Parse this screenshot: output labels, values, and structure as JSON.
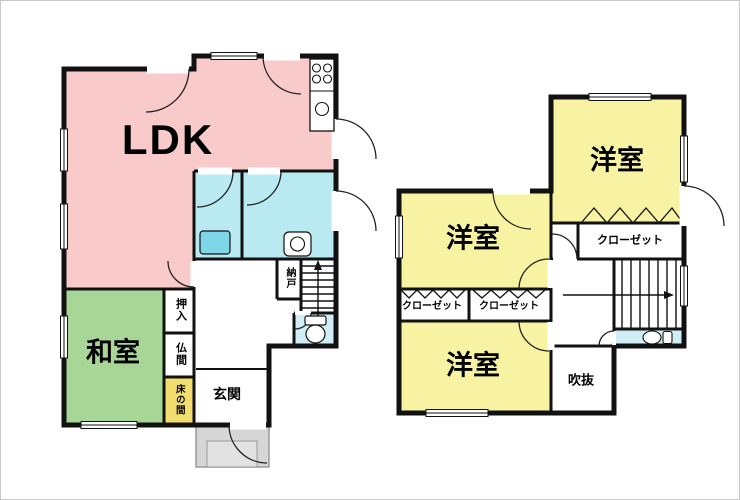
{
  "colors": {
    "wall": "#111111",
    "ldk": "#f8caca",
    "washitsu": "#a8d696",
    "yoshitsu": "#f7f3a3",
    "bath": "#b9eaf2",
    "tub": "#7fd6e8",
    "toilet_floor": "#cfeef5",
    "tokonoma": "#f1de6e",
    "porch": "#d6d6d6"
  },
  "floor1": {
    "labels": {
      "ldk": "LDK",
      "washitsu": "和室",
      "oshiire": "押入",
      "butsuma": "仏間",
      "tokonoma": "床の間",
      "nando": "納戸",
      "genkan": "玄関"
    }
  },
  "floor2": {
    "labels": {
      "yoshitsu_ne": "洋室",
      "yoshitsu_w": "洋室",
      "yoshitsu_sw": "洋室",
      "closet_ne": "クローゼット",
      "closet_w1": "クローゼット",
      "closet_w2": "クローゼット",
      "fukinuke": "吹抜"
    }
  }
}
